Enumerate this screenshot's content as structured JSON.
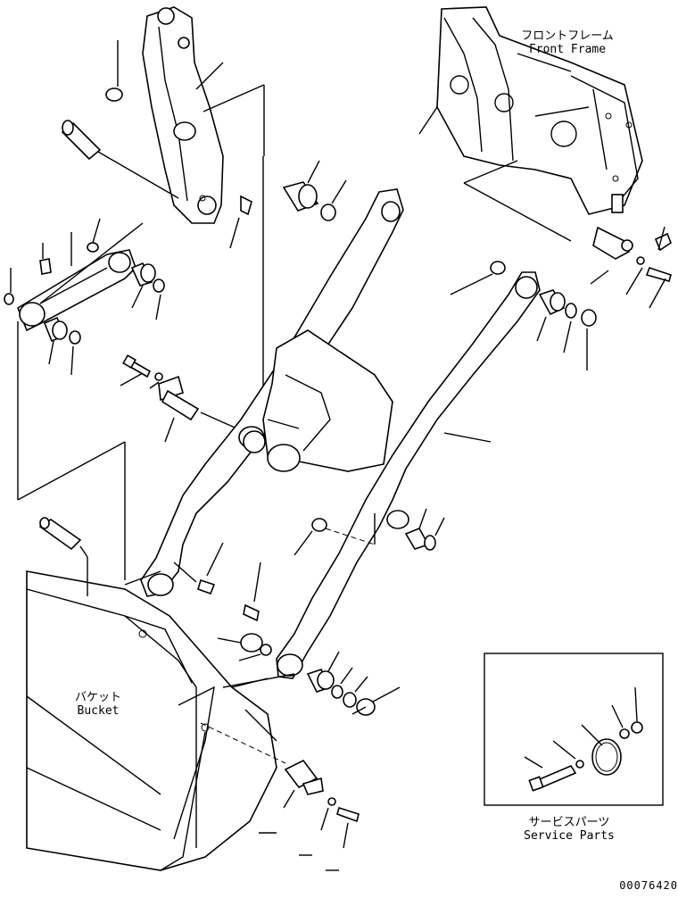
{
  "labels": {
    "front_frame_jp": "フロントフレーム",
    "front_frame_en": "Front Frame",
    "bucket_jp": "バケット",
    "bucket_en": "Bucket",
    "service_parts_jp": "サービスパーツ",
    "service_parts_en": "Service Parts",
    "drawing_number": "00076420"
  }
}
